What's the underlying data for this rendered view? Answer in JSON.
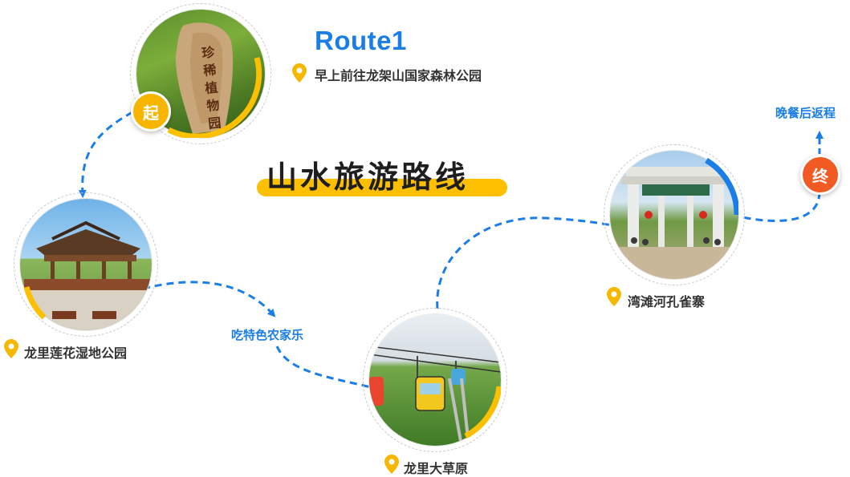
{
  "route": {
    "title": "Route1",
    "headline": "山水旅游路线"
  },
  "badges": {
    "start": "起",
    "end": "终"
  },
  "stops": {
    "start_desc": "早上前往龙架山国家森林公园",
    "lotus_park": "龙里莲花湿地公园",
    "farm_meal": "吃特色农家乐",
    "grassland": "龙里大草原",
    "peacock_village": "湾滩河孔雀寨",
    "return": "晚餐后返程"
  },
  "icons": [
    "location-pin-icon",
    "arrow-icon"
  ],
  "colors": {
    "accent_blue": "#1a7ee6",
    "accent_yellow": "#fcc000",
    "end_orange": "#f15a22"
  }
}
